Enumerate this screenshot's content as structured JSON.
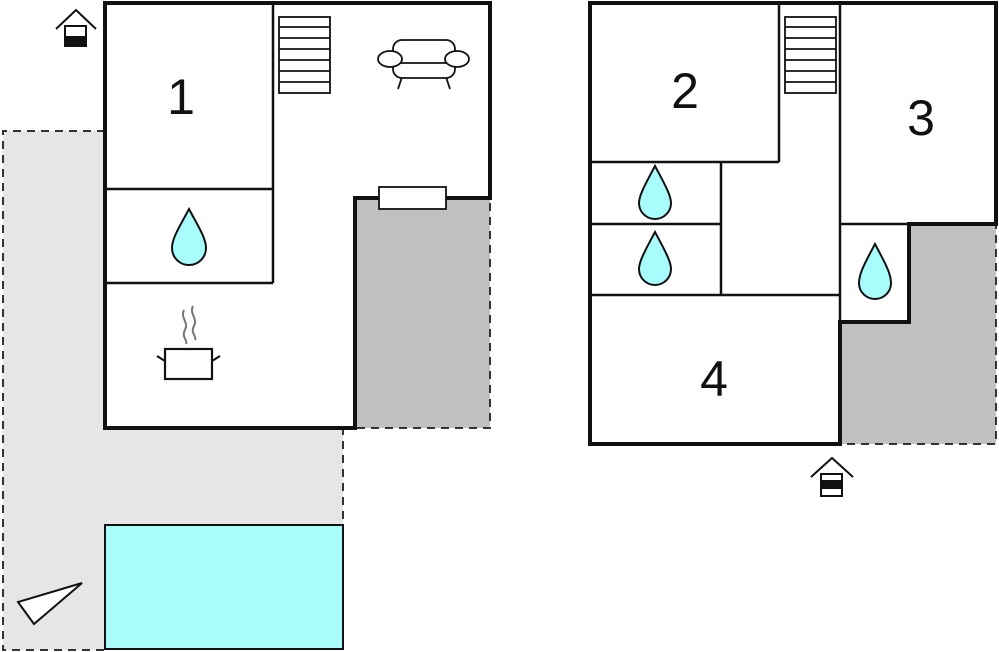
{
  "floor_plan": {
    "ground_floor": {
      "rooms": [
        {
          "label": "1"
        }
      ]
    },
    "upper_floor": {
      "rooms": [
        {
          "label": "2"
        },
        {
          "label": "3"
        },
        {
          "label": "4"
        }
      ]
    },
    "colors": {
      "wall": "#111111",
      "terrace": "#e6e6e6",
      "covered_area": "#c0c0c0",
      "pool": "#a8fdfc",
      "water_drop": "#a8fdfc"
    },
    "icons": [
      "entrance-icon",
      "staircase-icon",
      "sofa-icon",
      "bathroom-drop-icon",
      "cooking-pot-icon",
      "window-icon",
      "compass-north-icon"
    ]
  }
}
